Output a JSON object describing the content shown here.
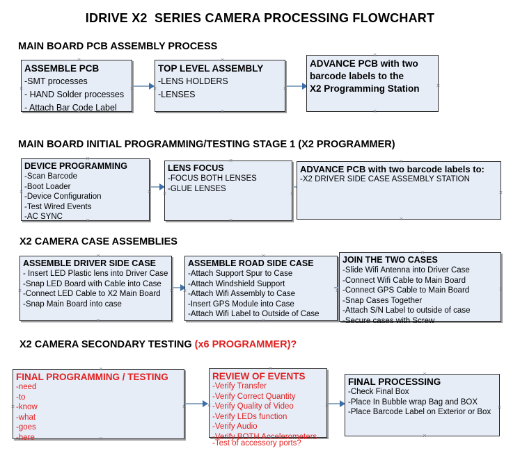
{
  "document": {
    "title": "IDRIVE X2  SERIES CAMERA PROCESSING FLOWCHART"
  },
  "colors": {
    "box_fill": "#e6edf7",
    "box_border": "#2b2b2b",
    "connector": "#8fa9c4",
    "arrow_head": "#3c6fa8",
    "red_text": "#e02020",
    "black_text": "#000000"
  },
  "sections": [
    {
      "id": "main-board-pcb-assembly-process",
      "heading": "MAIN BOARD PCB ASSEMBLY PROCESS",
      "heading_red_suffix": "",
      "boxes": [
        {
          "id": "assemble-pcb",
          "title": "ASSEMBLE PCB",
          "lines": [
            "-SMT processes",
            "- HAND Solder processes",
            "- Attach Bar Code Label"
          ]
        },
        {
          "id": "top-level-assembly",
          "title": "TOP LEVEL ASSEMBLY",
          "lines": [
            "-LENS HOLDERS",
            "-LENSES"
          ]
        },
        {
          "id": "advance-pcb-to-x2-programming-station",
          "title": "ADVANCE PCB with two",
          "lines": [
            "barcode labels to the",
            " X2 Programming Station"
          ]
        }
      ]
    },
    {
      "id": "main-board-initial-programming-testing-stage-1",
      "heading": "MAIN BOARD INITIAL PROGRAMMING/TESTING STAGE 1 (X2 PROGRAMMER)",
      "heading_red_suffix": "",
      "boxes": [
        {
          "id": "device-programming",
          "title": "DEVICE PROGRAMMING",
          "lines": [
            "-Scan Barcode",
            "-Boot Loader",
            "-Device Configuration",
            "-Test Wired Events",
            "-AC SYNC"
          ]
        },
        {
          "id": "lens-focus",
          "title": "LENS FOCUS",
          "lines": [
            "-FOCUS BOTH LENSES",
            "-GLUE LENSES"
          ]
        },
        {
          "id": "advance-pcb-to-driver-side-case-assembly-station",
          "title": "ADVANCE PCB with two barcode labels to:",
          "lines": [
            "-X2 DRIVER  SIDE  CASE  ASSEMBLY STATION"
          ]
        }
      ]
    },
    {
      "id": "x2-camera-case-assemblies",
      "heading": "X2 CAMERA CASE ASSEMBLIES",
      "heading_red_suffix": "",
      "boxes": [
        {
          "id": "assemble-driver-side-case",
          "title": "ASSEMBLE DRIVER SIDE CASE",
          "lines": [
            "- Insert LED Plastic lens into Driver Case",
            "-Snap LED Board with Cable into Case",
            "-Connect LED Cable to X2 Main Board",
            "-Snap Main Board into case"
          ]
        },
        {
          "id": "assemble-road-side-case",
          "title": "ASSEMBLE ROAD SIDE CASE",
          "lines": [
            "-Attach Support Spur to Case",
            "-Attach Windshield Support",
            "-Attach Wifi Assembly to Case",
            "-Insert GPS Module into Case",
            "-Attach Wifi Label to Outside of Case"
          ]
        },
        {
          "id": "join-the-two-cases",
          "title": "JOIN THE TWO CASES",
          "lines": [
            "-Slide Wifi Antenna into Driver Case",
            "-Connect Wifi Cable to Main Board",
            "-Connect GPS Cable to Main Board",
            "-Snap Cases Together",
            "-Attach S/N Label to outside of case",
            "-Secure cases with Screw"
          ]
        }
      ]
    },
    {
      "id": "x2-camera-secondary-testing",
      "heading": "X2 CAMERA SECONDARY TESTING ",
      "heading_red_suffix": "(x6 PROGRAMMER)?",
      "boxes": [
        {
          "id": "final-programming-testing",
          "title": "FINAL PROGRAMMING / TESTING",
          "lines": [
            "-need",
            "-to",
            "-know",
            "-what",
            "-goes",
            "-here"
          ]
        },
        {
          "id": "review-of-events",
          "title": "REVIEW OF EVENTS",
          "lines": [
            "-Verify Transfer",
            "-Verify Correct Quantity",
            "-Verify Quality of Video",
            "-Verify LEDs function",
            "-Verify Audio",
            "-Verify BOTH Accelerometers",
            "-Test of accessory ports?"
          ]
        },
        {
          "id": "final-processing",
          "title": "FINAL PROCESSING",
          "lines": [
            " -Check Final Box",
            "-Place In Bubble wrap Bag and BOX",
            "-Place Barcode Label on Exterior or Box"
          ]
        }
      ]
    }
  ]
}
